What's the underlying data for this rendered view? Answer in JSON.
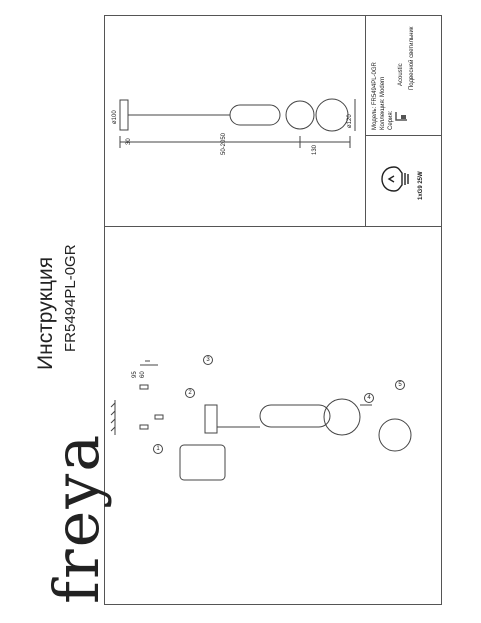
{
  "brand": "freya",
  "doc": {
    "title": "Инструкция",
    "model": "FR5494PL-0GR"
  },
  "spec": {
    "model_line": "Модель: FR5494PL-0GR",
    "collection_line": "Коллекция: Modern",
    "series_label": "Серия:",
    "series_value": "Acoustic",
    "type_label": "Подвесной светильник",
    "bulb": "1xG9 25W"
  },
  "dimensions": {
    "d100": "ø100",
    "d120": "ø120",
    "h30": "30",
    "length": "50-2050",
    "l130": "130"
  },
  "steps": [
    "1",
    "2",
    "3",
    "4",
    "5"
  ],
  "small_dims": {
    "a": "95",
    "b": "60"
  },
  "colors": {
    "line": "#555555",
    "text": "#222222",
    "panel": "#ffffff"
  }
}
